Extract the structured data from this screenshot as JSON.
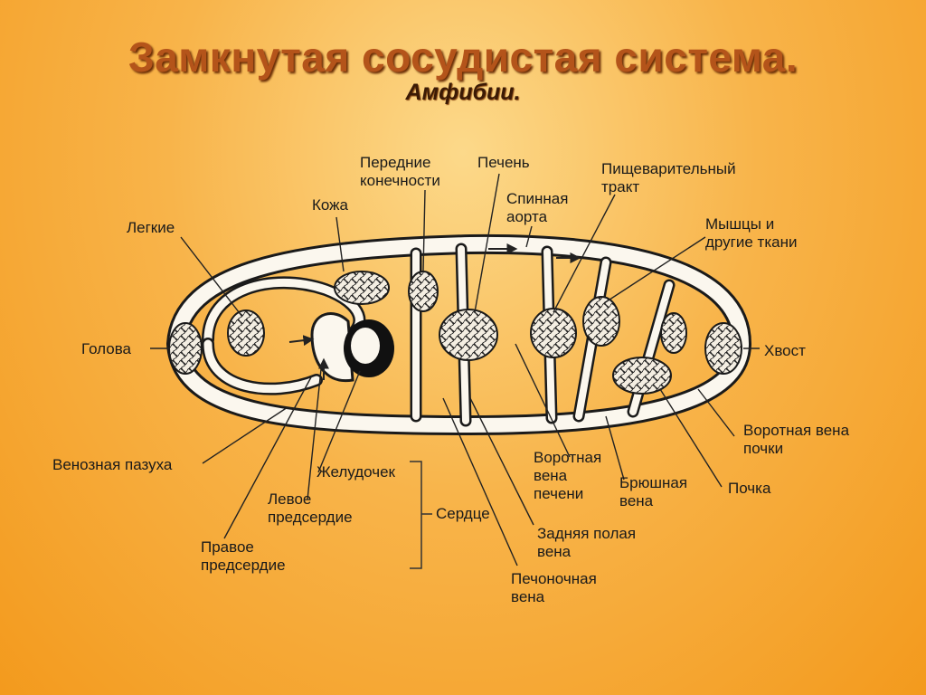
{
  "title": "Замкнутая сосудистая система.",
  "subtitle": "Амфибии.",
  "labels": {
    "head": "Голова",
    "lungs": "Легкие",
    "skin": "Кожа",
    "forelimbs": "Передние\nконечности",
    "liver": "Печень",
    "dorsal_aorta": "Спинная\nаорта",
    "digestive_tract": "Пищеварительный\nтракт",
    "muscles": "Мышцы и\nдругие ткани",
    "tail": "Хвост",
    "renal_portal_vein": "Воротная вена\nпочки",
    "kidney": "Почка",
    "abdominal_vein": "Брюшная\nвена",
    "hepatic_portal_vein": "Воротная\nвена\nпечени",
    "posterior_vena_cava": "Задняя полая\nвена",
    "hepatic_vein": "Печоночная\nвена",
    "heart": "Сердце",
    "ventricle": "Желудочек",
    "left_atrium": "Левое\nпредсердие",
    "right_atrium": "Правое\nпредсердие",
    "sinus_venosus": "Венозная пазуха"
  },
  "colors": {
    "background": "#f6a531",
    "title": "#b4541a",
    "vessel_fill": "#fbf7ee",
    "outline": "#1a1a1a"
  }
}
